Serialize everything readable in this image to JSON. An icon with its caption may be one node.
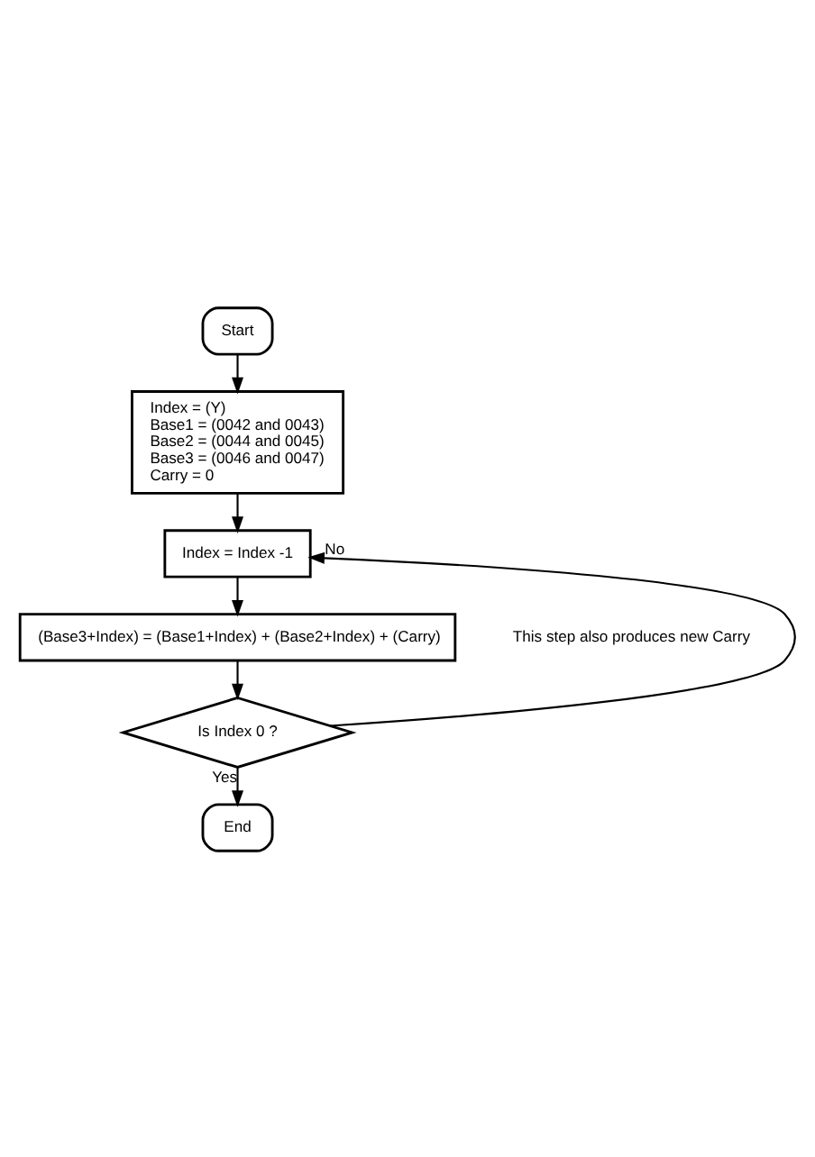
{
  "diagram": {
    "nodes": [
      {
        "text": [
          "Start"
        ]
      },
      {
        "text": [
          "Index = (Y)",
          "Base1 = (0042 and 0043)",
          "Base2 = (0044 and 0045)",
          "Base3 = (0046 and 0047)",
          "Carry = 0"
        ]
      },
      {
        "text": [
          "Index = Index -1"
        ]
      },
      {
        "text": [
          "(Base3+Index) = (Base1+Index) + (Base2+Index) + (Carry)"
        ],
        "beside": [
          "This step also produces new Carry"
        ]
      },
      {
        "text": [
          "Is Index 0 ?"
        ]
      },
      {
        "text": [
          "End"
        ]
      }
    ],
    "edges": [
      {
        "from": 0,
        "to": 1,
        "arrow": "to"
      },
      {
        "from": 1,
        "to": 2,
        "arrow": "to"
      },
      {
        "from": 2,
        "to": 3,
        "arrow": "to"
      },
      {
        "from": 3,
        "to": 4,
        "arrow": "to"
      },
      {
        "from": 4,
        "to": 2,
        "arrow": "to",
        "label": "No"
      },
      {
        "from": 4,
        "to": 5,
        "arrow": "to",
        "label": "Yes"
      }
    ]
  }
}
